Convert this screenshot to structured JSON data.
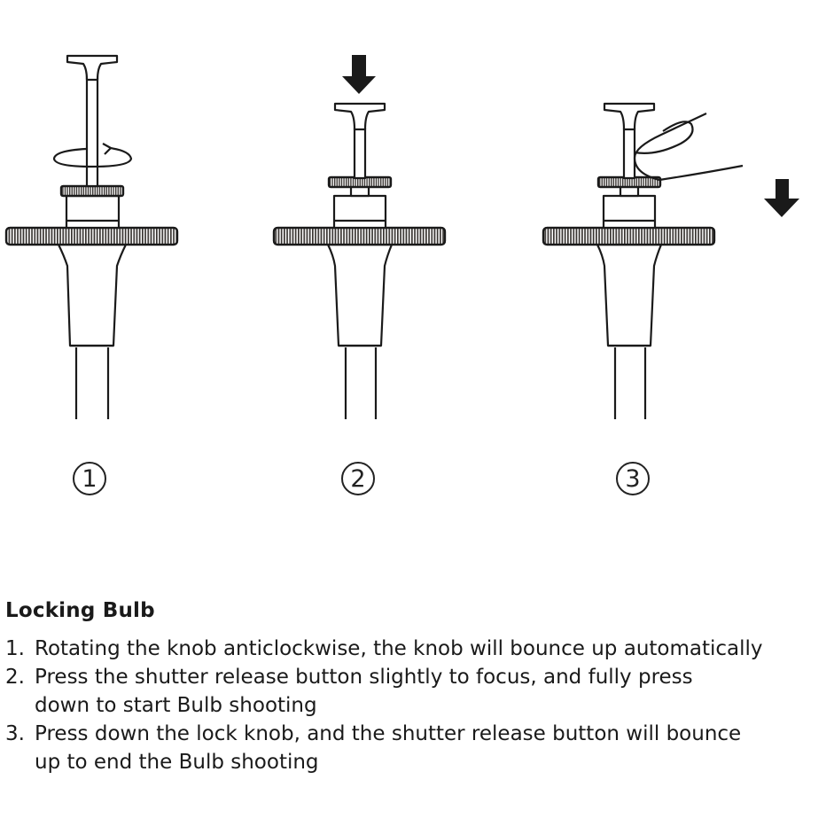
{
  "figure": {
    "steps": [
      {
        "number": "1",
        "action_icon": "rotate-anticlockwise-icon"
      },
      {
        "number": "2",
        "action_icon": "arrow-down-icon"
      },
      {
        "number": "3",
        "action_icon": "finger-press-icon"
      }
    ]
  },
  "instructions": {
    "title": "Locking Bulb",
    "steps": [
      {
        "index": "1.",
        "text": "Rotating the knob anticlockwise, the knob will bounce up automatically"
      },
      {
        "index": "2.",
        "text": "Press the shutter release button slightly to focus, and fully press\ndown to start Bulb shooting"
      },
      {
        "index": "3.",
        "text": "Press down the lock knob, and the shutter release button will bounce\nup to end the Bulb shooting"
      }
    ]
  },
  "colors": {
    "ink": "#1a1a1a",
    "gear": "#8a8580",
    "background": "#ffffff"
  }
}
